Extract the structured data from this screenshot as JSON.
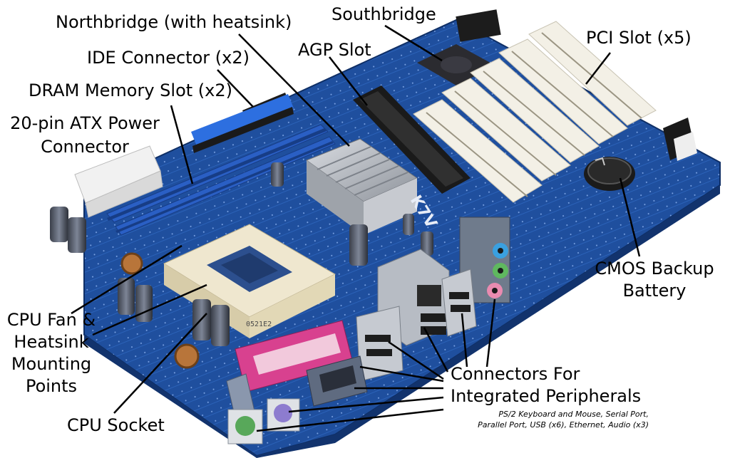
{
  "labels": {
    "northbridge": "Northbridge (with heatsink)",
    "southbridge": "Southbridge",
    "ide": "IDE Connector (x2)",
    "agp": "AGP Slot",
    "pci": "PCI Slot (x5)",
    "dram": "DRAM Memory Slot (x2)",
    "atx_line1": "20-pin ATX Power",
    "atx_line2": "Connector",
    "cmos_line1": "CMOS Backup",
    "cmos_line2": "Battery",
    "cpu_fan_line1": "CPU Fan &",
    "cpu_fan_line2": "Heatsink",
    "cpu_fan_line3": "Mounting",
    "cpu_fan_line4": "Points",
    "cpu_socket": "CPU Socket",
    "connectors_line1": "Connectors For",
    "connectors_line2": "Integrated Peripherals"
  },
  "note": {
    "line1": "PS/2 Keyboard and Mouse, Serial Port,",
    "line2": "Parallel Port, USB (x6), Ethernet, Audio (x3)"
  },
  "board": {
    "model_text": "K7V",
    "chip_text": "0521E2"
  },
  "colors": {
    "pcb": "#1f4f9e",
    "pcb_dark": "#143a78",
    "slot_white": "#f3f0e6",
    "dimm_blue": "#2a5fc4",
    "heatsink": "#b9bcc2",
    "parallel_port": "#d8418f",
    "serial_port": "#5f6b80",
    "audio_blue": "#3aa0e0",
    "audio_green": "#5fb85f",
    "audio_pink": "#e98bb0",
    "ps2_green": "#58a85a",
    "ps2_purple": "#8d7ccf",
    "leader_line": "#000000"
  }
}
